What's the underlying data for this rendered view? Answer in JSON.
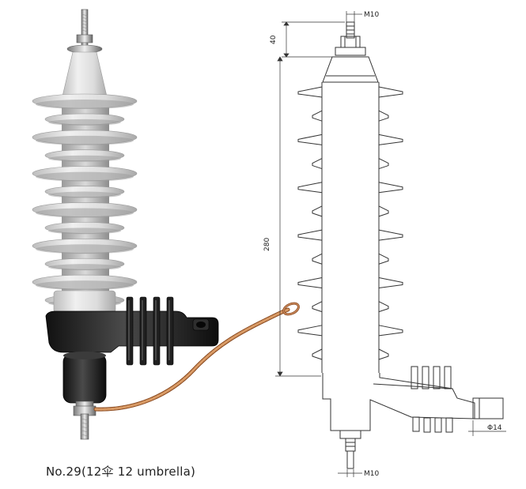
{
  "caption": "No.29(12伞 12 umbrella)",
  "drawing": {
    "top_thread": "M10",
    "bottom_thread": "M10",
    "top_height": "40",
    "body_height": "280",
    "hole_diameter": "Φ14"
  },
  "photo": {
    "sheds": 12
  },
  "colors": {
    "housing": "#dcdcdc",
    "bracket": "#1c1c1c",
    "copper": "#c27a45",
    "line": "#333333"
  }
}
